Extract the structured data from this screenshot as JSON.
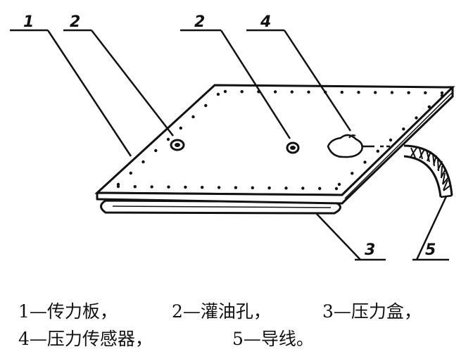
{
  "callouts": {
    "c1": "1",
    "c2a": "2",
    "c2b": "2",
    "c3": "3",
    "c4": "4",
    "c5": "5"
  },
  "legend": {
    "item1": "1—传力板，",
    "item2": "2—灌油孔，",
    "item3": "3—压力盒，",
    "item4": "4—压力传感器，",
    "item5": "5—导线。"
  }
}
